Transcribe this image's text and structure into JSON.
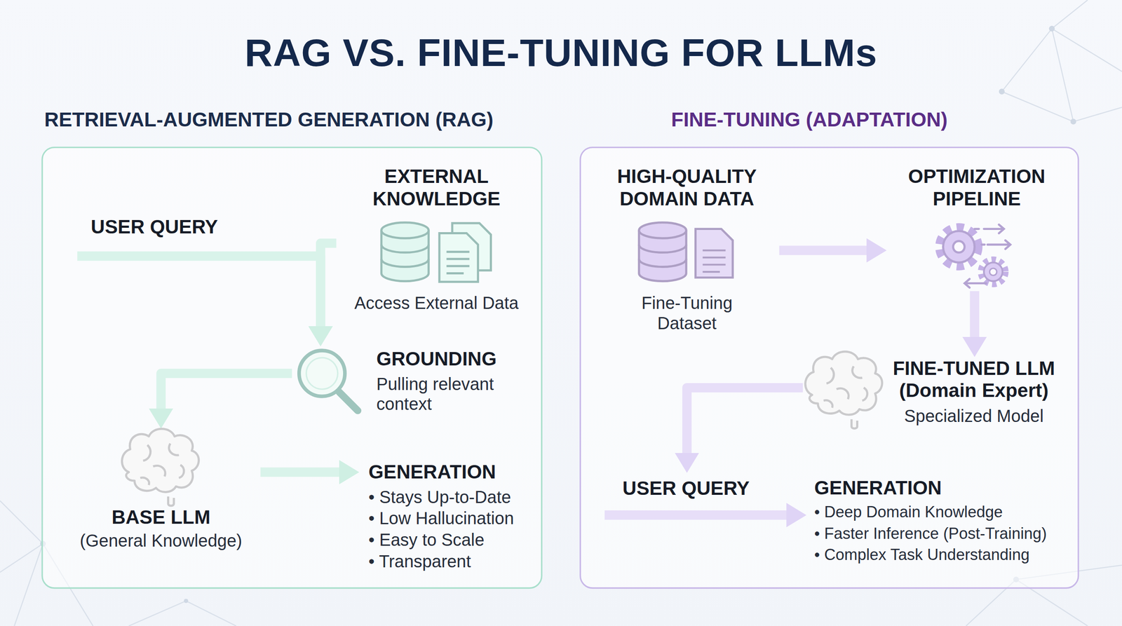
{
  "diagram": {
    "title": "RAG VS. FINE-TUNING FOR LLMs",
    "nodes": [
      {
        "text": [
          "RETRIEVAL-AUGMENTED GENERATION (RAG)"
        ]
      },
      {
        "text": [
          "USER QUERY"
        ],
        "in": 0
      },
      {
        "text": [
          "EXTERNAL KNOWLEDGE",
          "Access External Data"
        ],
        "in": 0
      },
      {
        "text": [
          "GROUNDING",
          "Pulling relevant context"
        ],
        "in": 0
      },
      {
        "text": [
          "BASE LLM",
          "(General Knowledge)"
        ],
        "in": 0
      },
      {
        "text": [
          "GENERATION",
          "• Stays Up-to-Date",
          "• Low Hallucination",
          "• Easy to Scale",
          "• Transparent"
        ],
        "in": 0
      },
      {
        "text": [
          "FINE-TUNING (ADAPTATION)"
        ]
      },
      {
        "text": [
          "HIGH-QUALITY DOMAIN DATA",
          "Fine-Tuning Dataset"
        ],
        "in": 6
      },
      {
        "text": [
          "OPTIMIZATION PIPELINE"
        ],
        "in": 6
      },
      {
        "text": [
          "FINE-TUNED LLM (Domain Expert)",
          "Specialized Model"
        ],
        "in": 6
      },
      {
        "text": [
          "USER QUERY"
        ],
        "in": 6
      },
      {
        "text": [
          "GENERATION",
          "• Deep Domain Knowledge",
          "• Faster Inference (Post-Training)",
          "• Complex Task Understanding"
        ],
        "in": 6
      }
    ],
    "edges": [
      {
        "from": 1,
        "to": 3,
        "arrow": "to"
      },
      {
        "from": 2,
        "to": 3,
        "arrow": "to"
      },
      {
        "from": 3,
        "to": 4,
        "arrow": "to"
      },
      {
        "from": 4,
        "to": 5,
        "arrow": "to"
      },
      {
        "from": 7,
        "to": 8,
        "arrow": "to"
      },
      {
        "from": 8,
        "to": 9,
        "arrow": "to"
      },
      {
        "from": 9,
        "to": 10,
        "arrow": "to"
      },
      {
        "from": 10,
        "to": 11,
        "arrow": "to"
      }
    ]
  }
}
